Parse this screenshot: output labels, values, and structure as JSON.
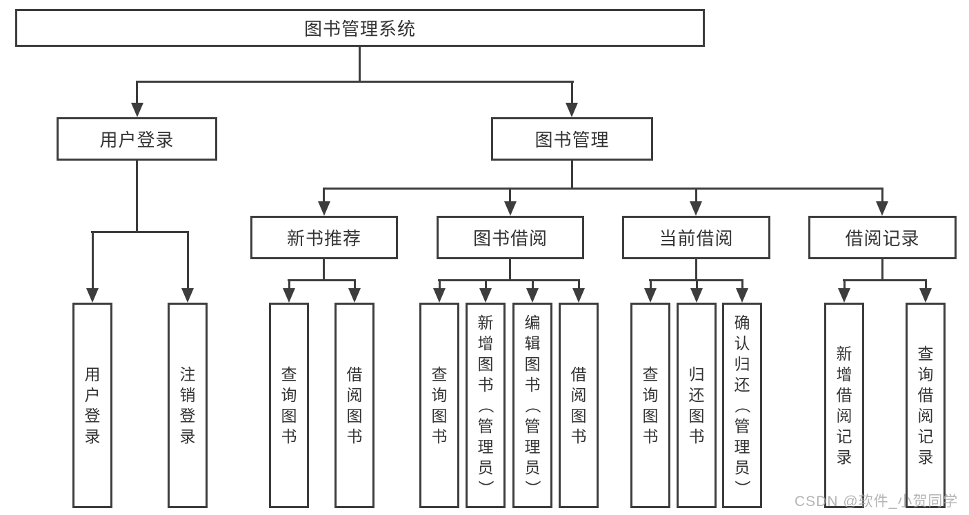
{
  "colors": {
    "line": "#3d3d3d",
    "text": "#333333",
    "watermark": "#a8a8a8",
    "background": "#ffffff"
  },
  "tree": {
    "root_label": "图书管理系统",
    "children": [
      {
        "label": "用户登录",
        "children": [
          {
            "label": "用户登录"
          },
          {
            "label": "注销登录"
          }
        ]
      },
      {
        "label": "图书管理",
        "children": [
          {
            "label": "新书推荐",
            "children": [
              {
                "label": "查询图书"
              },
              {
                "label": "借阅图书"
              }
            ]
          },
          {
            "label": "图书借阅",
            "children": [
              {
                "label": "查询图书"
              },
              {
                "label": "新增图书（管理员）"
              },
              {
                "label": "编辑图书（管理员）"
              },
              {
                "label": "借阅图书"
              }
            ]
          },
          {
            "label": "当前借阅",
            "children": [
              {
                "label": "查询图书"
              },
              {
                "label": "归还图书"
              },
              {
                "label": "确认归还（管理员）"
              }
            ]
          },
          {
            "label": "借阅记录",
            "children": [
              {
                "label": "新增借阅记录"
              },
              {
                "label": "查询借阅记录"
              }
            ]
          }
        ]
      }
    ]
  },
  "watermark": {
    "text": "CSDN @软件_小贺同学"
  }
}
